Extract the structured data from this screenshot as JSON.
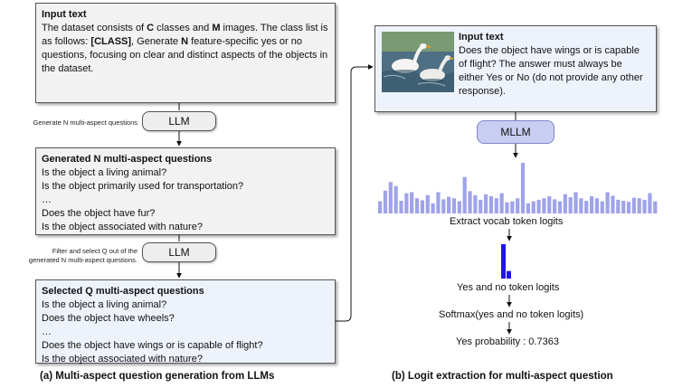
{
  "left": {
    "input_box": {
      "title": "Input text",
      "lines": [
        [
          "The dataset consists of ",
          "C",
          " classes and ",
          "M",
          " images. The class list is"
        ],
        [
          "as follows: ",
          "[CLASS]",
          ", Generate ",
          "N",
          " feature-specific yes or no"
        ],
        [
          "questions, focusing on clear and distinct aspects of the objects in"
        ],
        [
          "the dataset."
        ]
      ]
    },
    "llm1": {
      "label": "LLM",
      "side_text": [
        "Generate N multi-aspect questions"
      ]
    },
    "generated_box": {
      "title": "Generated N multi-aspect questions",
      "lines": [
        "Is the object a living animal?",
        "Is the object primarily used for transportation?",
        "…",
        "Does the object have fur?",
        "Is the object associated with nature?"
      ]
    },
    "llm2": {
      "label": "LLM",
      "side_text": [
        "Filter and select Q out of the",
        "generated N multi-aspect questions."
      ]
    },
    "selected_box": {
      "title": "Selected Q multi-aspect questions",
      "lines": [
        "Is the object a living animal?",
        "Does the object have wheels?",
        "…",
        "Does the object have wings or is capable of flight?",
        "Is the object associated with nature?"
      ]
    },
    "caption": "(a) Multi-aspect question generation from LLMs"
  },
  "right": {
    "input_box": {
      "title": "Input text",
      "lines": [
        "Does the object have wings or is capable",
        "of flight? The answer must always be",
        "either Yes or No (do not provide any other",
        "response)."
      ]
    },
    "mllm": {
      "label": "MLLM"
    },
    "vocab_logits": {
      "label": "Extract vocab token logits",
      "values": [
        0.24,
        0.45,
        0.62,
        0.54,
        0.25,
        0.4,
        0.42,
        0.3,
        0.26,
        0.36,
        0.2,
        0.42,
        0.28,
        0.33,
        0.3,
        0.24,
        0.72,
        0.44,
        0.36,
        0.27,
        0.38,
        0.34,
        0.3,
        0.4,
        0.22,
        0.24,
        0.3,
        1.0,
        0.2,
        0.24,
        0.27,
        0.3,
        0.34,
        0.28,
        0.24,
        0.38,
        0.32,
        0.42,
        0.3,
        0.25,
        0.34,
        0.3,
        0.24,
        0.42,
        0.35,
        0.27,
        0.25,
        0.23,
        0.31,
        0.3,
        0.27,
        0.4,
        0.24
      ],
      "highlight_index": 27,
      "colors": {
        "bar": "#9fa3e9",
        "highlight": "#9fa3e9"
      }
    },
    "yes_no_logits": {
      "label": "Yes and no token logits",
      "values": [
        1.0,
        0.22
      ],
      "color": "#1f15e8"
    },
    "softmax": {
      "label": "Softmax(yes and no token logits)"
    },
    "probability": {
      "label": "Yes probability : 0.7363"
    },
    "caption": "(b) Logit extraction for multi-aspect question"
  }
}
